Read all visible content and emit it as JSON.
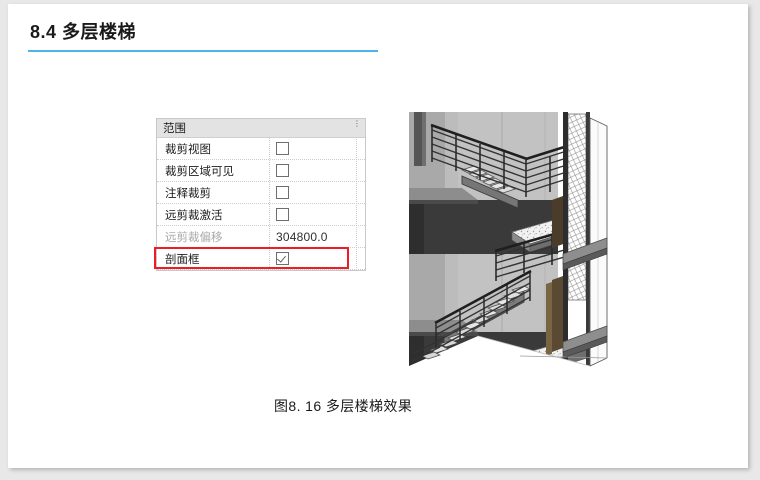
{
  "document": {
    "heading": {
      "number": "8.4",
      "title": "多层楼梯",
      "full": "8.4  多层楼梯",
      "rule_color": "#4FB3E8"
    },
    "figure": {
      "caption": "图8. 16  多层楼梯效果",
      "alt_name": "multi-story-stair-3d-view"
    }
  },
  "properties_panel": {
    "header": {
      "label": "范围",
      "menu_dots": "⋮"
    },
    "rows": [
      {
        "label": "裁剪视图",
        "type": "checkbox",
        "checked": false,
        "disabled": false
      },
      {
        "label": "裁剪区域可见",
        "type": "checkbox",
        "checked": false,
        "disabled": false
      },
      {
        "label": "注释裁剪",
        "type": "checkbox",
        "checked": false,
        "disabled": false
      },
      {
        "label": "远剪裁激活",
        "type": "checkbox",
        "checked": false,
        "disabled": false
      },
      {
        "label": "远剪裁偏移",
        "type": "text",
        "value": "304800.0",
        "disabled": true
      },
      {
        "label": "剖面框",
        "type": "checkbox",
        "checked": true,
        "disabled": false,
        "highlighted": true
      }
    ],
    "highlight_color": "#ee1c25"
  }
}
